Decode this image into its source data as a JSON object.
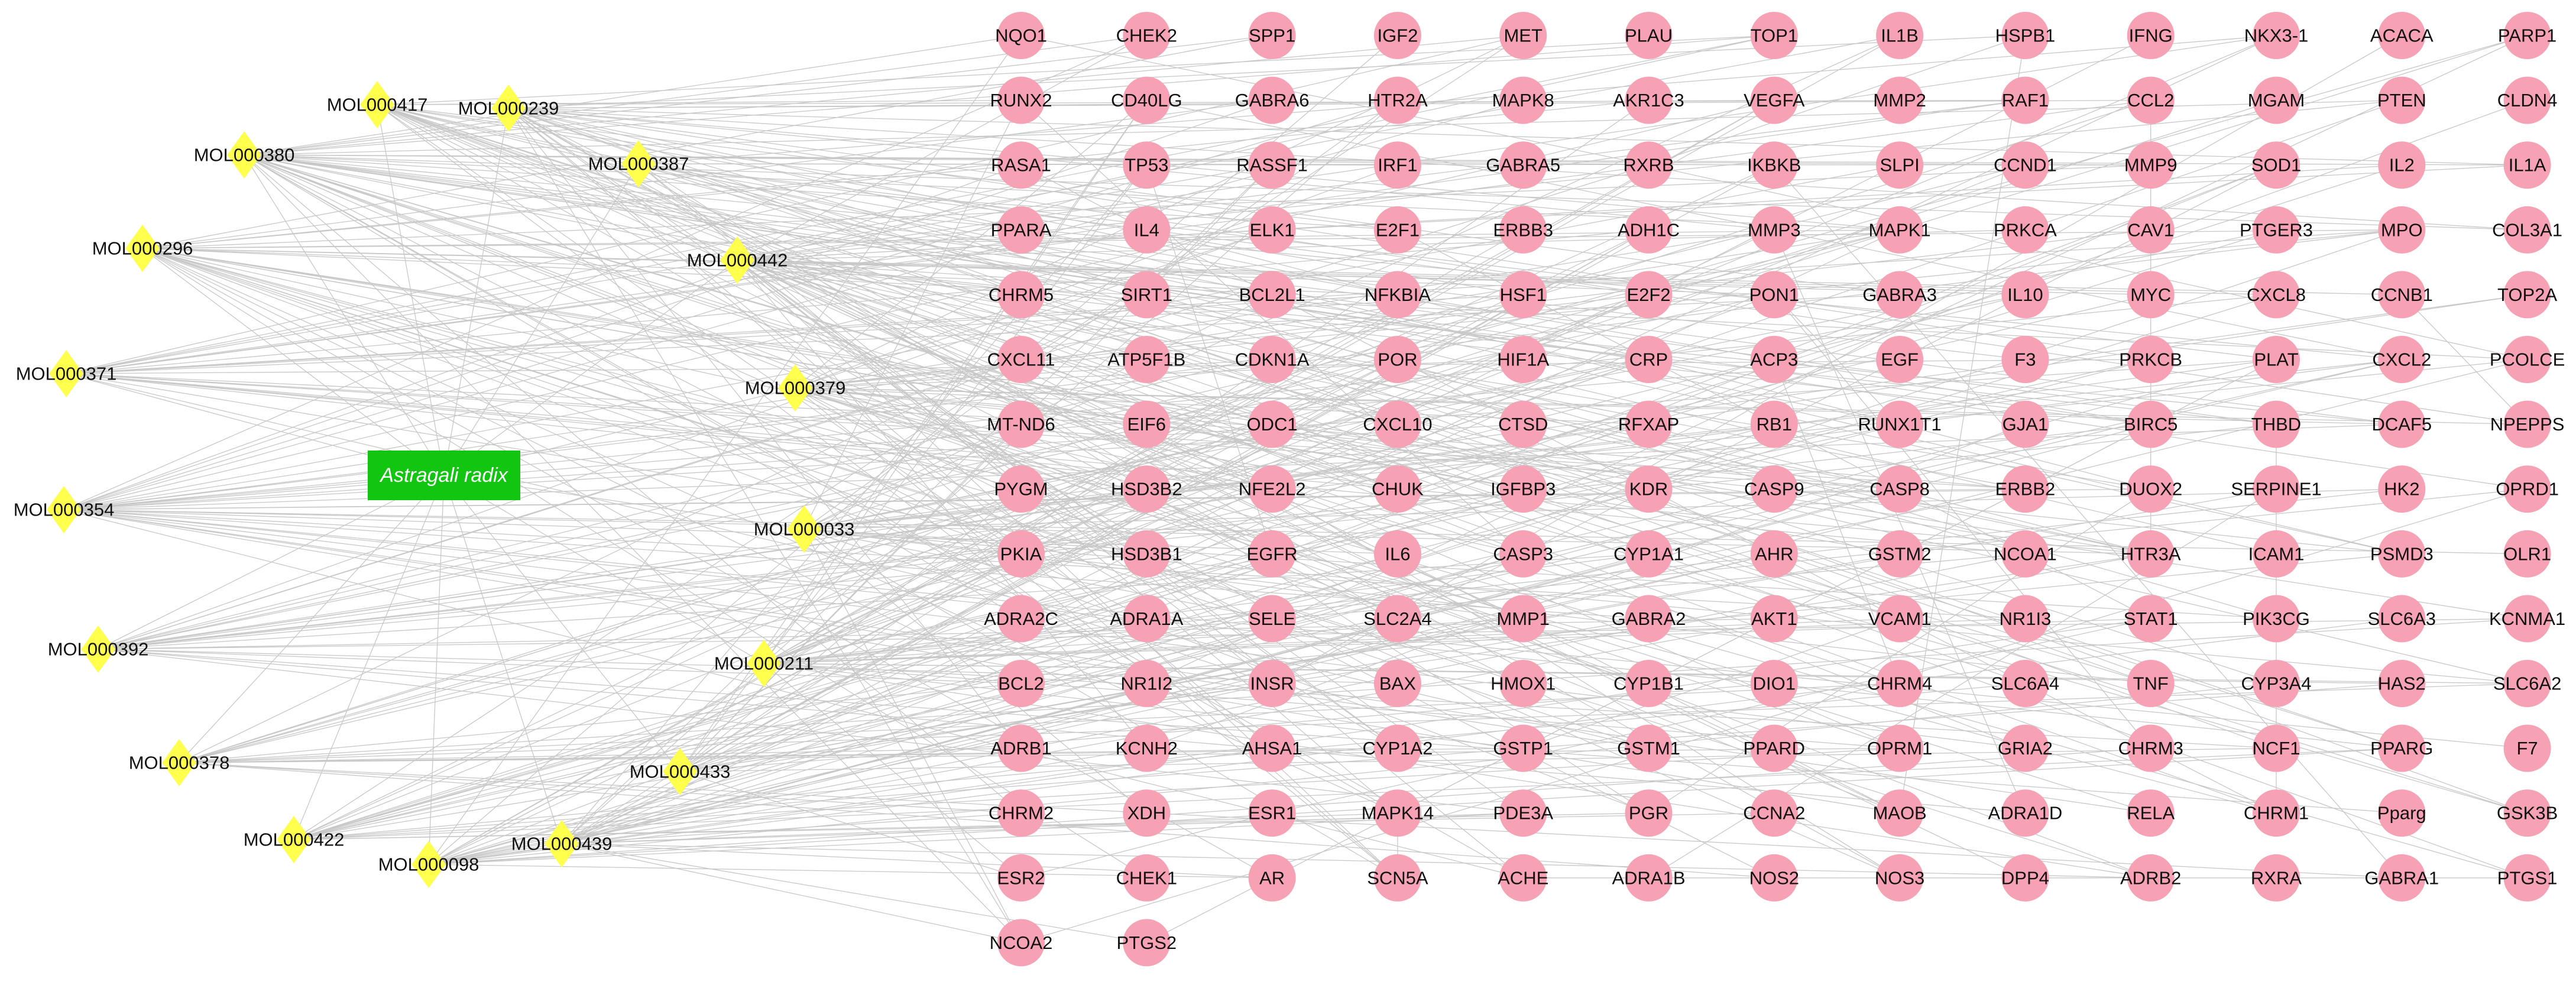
{
  "colors": {
    "edge": "#c8c8c8",
    "target": "#f7a1b5",
    "compound": "#ffff4d",
    "herb": "#11c511",
    "herb_text": "#ffffff",
    "text": "#111111"
  },
  "herb": {
    "label": "Astragali radix"
  },
  "compounds": [
    "MOL000417",
    "MOL000239",
    "MOL000380",
    "MOL000387",
    "MOL000296",
    "MOL000442",
    "MOL000371",
    "MOL000379",
    "MOL000354",
    "MOL000033",
    "MOL000392",
    "MOL000211",
    "MOL000378",
    "MOL000433",
    "MOL000422",
    "MOL000439",
    "MOL000098"
  ],
  "targets": [
    [
      "NQO1",
      "CHEK2",
      "SPP1",
      "IGF2",
      "MET",
      "PLAU",
      "TOP1",
      "IL1B",
      "HSPB1",
      "IFNG",
      "NKX3-1",
      "ACACA",
      "PARP1"
    ],
    [
      "RUNX2",
      "CD40LG",
      "GABRA6",
      "HTR2A",
      "MAPK8",
      "AKR1C3",
      "VEGFA",
      "MMP2",
      "RAF1",
      "CCL2",
      "MGAM",
      "PTEN",
      "CLDN4"
    ],
    [
      "RASA1",
      "TP53",
      "RASSF1",
      "IRF1",
      "GABRA5",
      "RXRB",
      "IKBKB",
      "SLPI",
      "CCND1",
      "MMP9",
      "SOD1",
      "IL2",
      "IL1A"
    ],
    [
      "PPARA",
      "IL4",
      "ELK1",
      "E2F1",
      "ERBB3",
      "ADH1C",
      "MMP3",
      "MAPK1",
      "PRKCA",
      "CAV1",
      "PTGER3",
      "MPO",
      "COL3A1"
    ],
    [
      "CHRM5",
      "SIRT1",
      "BCL2L1",
      "NFKBIA",
      "HSF1",
      "E2F2",
      "PON1",
      "GABRA3",
      "IL10",
      "MYC",
      "CXCL8",
      "CCNB1",
      "TOP2A"
    ],
    [
      "CXCL11",
      "ATP5F1B",
      "CDKN1A",
      "POR",
      "HIF1A",
      "CRP",
      "ACP3",
      "EGF",
      "F3",
      "PRKCB",
      "PLAT",
      "CXCL2",
      "PCOLCE"
    ],
    [
      "MT-ND6",
      "EIF6",
      "ODC1",
      "CXCL10",
      "CTSD",
      "RFXAP",
      "RB1",
      "RUNX1T1",
      "GJA1",
      "BIRC5",
      "THBD",
      "DCAF5",
      "NPEPPS"
    ],
    [
      "PYGM",
      "HSD3B2",
      "NFE2L2",
      "CHUK",
      "IGFBP3",
      "KDR",
      "CASP9",
      "CASP8",
      "ERBB2",
      "DUOX2",
      "SERPINE1",
      "HK2",
      "OPRD1"
    ],
    [
      "PKIA",
      "HSD3B1",
      "EGFR",
      "IL6",
      "CASP3",
      "CYP1A1",
      "AHR",
      "GSTM2",
      "NCOA1",
      "HTR3A",
      "ICAM1",
      "PSMD3",
      "OLR1"
    ],
    [
      "ADRA2C",
      "ADRA1A",
      "SELE",
      "SLC2A4",
      "MMP1",
      "GABRA2",
      "AKT1",
      "VCAM1",
      "NR1I3",
      "STAT1",
      "PIK3CG",
      "SLC6A3",
      "KCNMA1"
    ],
    [
      "BCL2",
      "NR1I2",
      "INSR",
      "BAX",
      "HMOX1",
      "CYP1B1",
      "DIO1",
      "CHRM4",
      "SLC6A4",
      "TNF",
      "CYP3A4",
      "HAS2",
      "SLC6A2"
    ],
    [
      "ADRB1",
      "KCNH2",
      "AHSA1",
      "CYP1A2",
      "GSTP1",
      "GSTM1",
      "PPARD",
      "OPRM1",
      "GRIA2",
      "CHRM3",
      "NCF1",
      "PPARG",
      "F7"
    ],
    [
      "CHRM2",
      "XDH",
      "ESR1",
      "MAPK14",
      "PDE3A",
      "PGR",
      "CCNA2",
      "MAOB",
      "ADRA1D",
      "RELA",
      "CHRM1",
      "Pparg",
      "GSK3B"
    ],
    [
      "ESR2",
      "CHEK1",
      "AR",
      "SCN5A",
      "ACHE",
      "ADRA1B",
      "NOS2",
      "NOS3",
      "DPP4",
      "ADRB2",
      "RXRA",
      "GABRA1",
      "PTGS1"
    ],
    [
      "NCOA2",
      "PTGS2"
    ]
  ]
}
